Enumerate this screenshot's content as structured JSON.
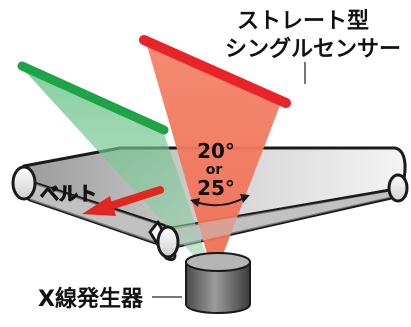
{
  "labels": {
    "sensor_line1": "ストレート型",
    "sensor_line2": "シングルセンサー",
    "belt": "ベルト",
    "xray": "X線発生器",
    "angle_a": "20°",
    "angle_or": "or",
    "angle_b": "25°"
  },
  "colors": {
    "red_sensor": "#e8232a",
    "green_sensor": "#1fa347",
    "red_beam": "#f0704f",
    "green_beam": "#7fc896",
    "belt_gray": "#a9a9a9",
    "belt_top": "#dcdcdc",
    "arrow": "#e32620",
    "outline": "#1a1a1a"
  }
}
